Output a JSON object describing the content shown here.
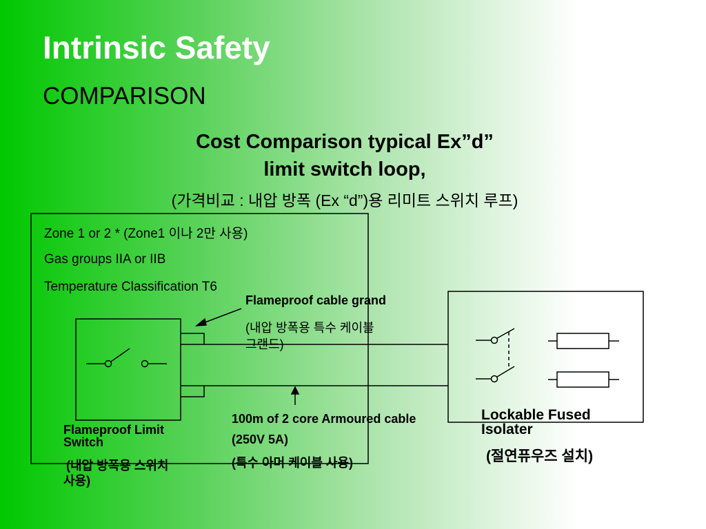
{
  "slide": {
    "title": "Intrinsic Safety",
    "subtitle": "COMPARISON",
    "heading_line1": "Cost Comparison typical  Ex”d”",
    "heading_line2": "limit switch  loop,",
    "heading_line3": "(가격비교 : 내압 방폭 (Ex “d”)용 리미트 스위치 루프)"
  },
  "zone_info": {
    "zone": "Zone 1 or 2   * (Zone1 이나 2만 사용)",
    "gas_groups": "Gas groups IIA or IIB",
    "temperature": "Temperature Classification T6"
  },
  "labels": {
    "cable_gland_en": "Flameproof cable grand",
    "cable_gland_kr_1": "(내압  방폭용  특수  케이블",
    "cable_gland_kr_2": "그랜드)",
    "cable_en": "100m of 2 core Armoured cable",
    "cable_rating": "(250V 5A)",
    "cable_kr": "(특수 아머 케이블 사용)",
    "isolator_en_1": "Lockable Fused",
    "isolator_en_2": "Isolater",
    "isolator_kr": "(절연퓨우즈 설치)",
    "switch_en_1": "Flameproof Limit",
    "switch_en_2": "Switch",
    "switch_kr_1": "(내압 방폭용 스위치",
    "switch_kr_2": "사용)"
  },
  "colors": {
    "background_left": "#00c800",
    "background_right": "#ffffff",
    "title": "#ffffff",
    "line": "#000000"
  }
}
